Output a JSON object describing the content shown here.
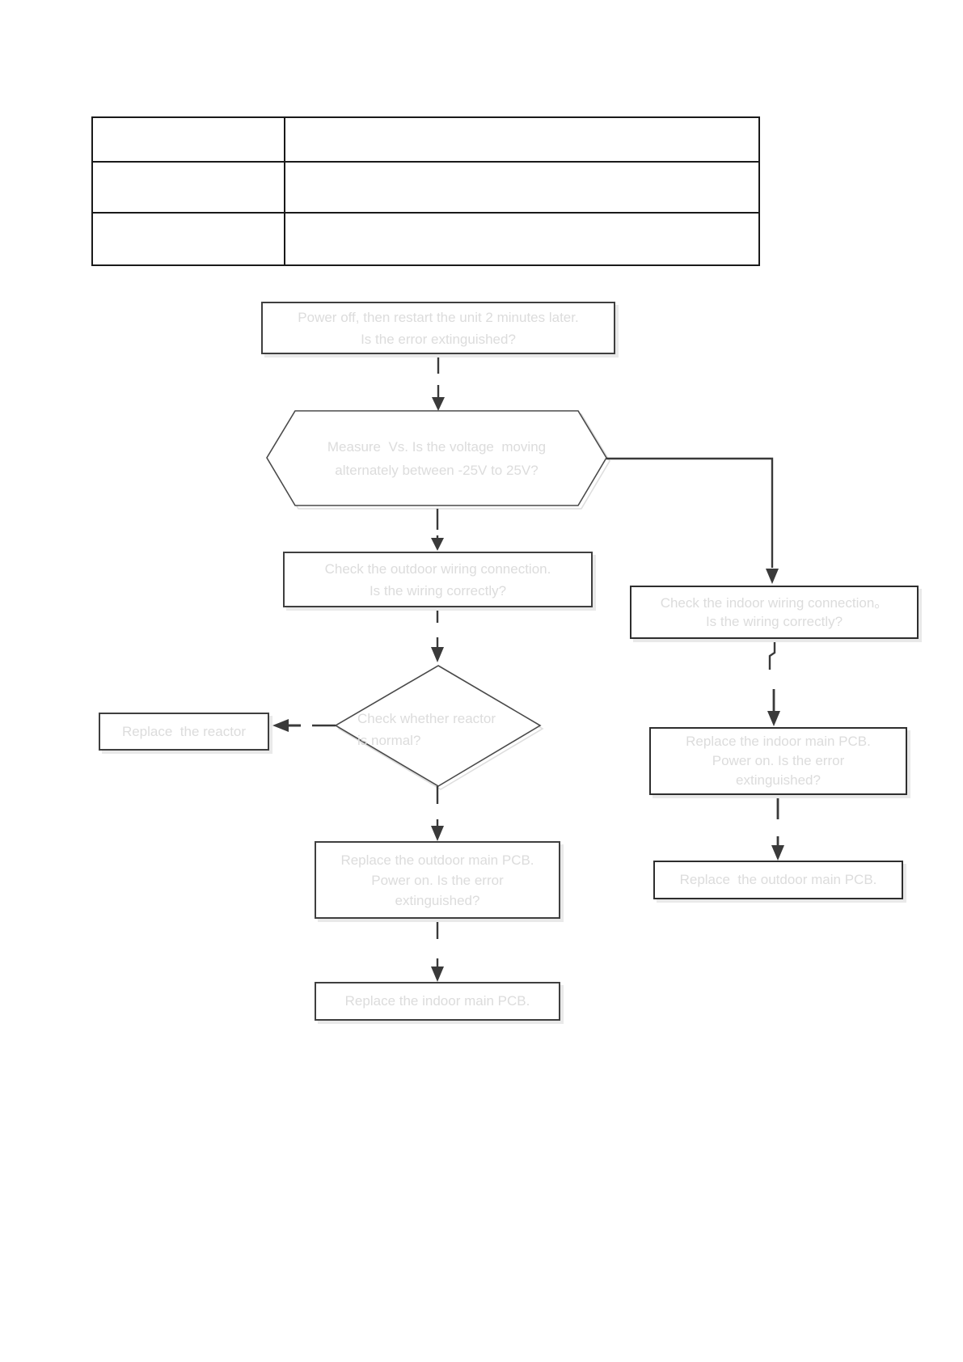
{
  "page": {
    "background": "#ffffff",
    "kind": "service-manual troubleshooting flowchart page"
  },
  "colors": {
    "table_border": "#1a1a1a",
    "node_border": "#3f3f3f",
    "node_shadow": "#e9e9e9",
    "node_text": "#dcdcdc",
    "arrow": "#3a3a3a"
  },
  "table": {
    "rows": [
      {
        "col1": "",
        "col2": ""
      },
      {
        "col1": "",
        "col2": ""
      },
      {
        "col1": "",
        "col2": ""
      }
    ]
  },
  "flowchart": {
    "start": {
      "lines": [
        "Power off, then restart the unit 2 minutes later.",
        "Is the error extinguished?"
      ]
    },
    "measure_voltage": {
      "lines": [
        "Measure  Vs. Is the voltage  moving",
        "alternately between -25V to 25V?"
      ]
    },
    "outdoor_wiring": {
      "lines": [
        "Check the outdoor wiring connection.",
        "Is the wiring correctly?"
      ]
    },
    "indoor_wiring": {
      "lines": [
        "Check the indoor wiring connection。",
        "Is the wiring correctly?"
      ]
    },
    "reactor_check": {
      "lines": [
        "Check whether reactor",
        "is normal?"
      ]
    },
    "replace_reactor": {
      "lines": [
        "Replace  the reactor"
      ]
    },
    "replace_outdoor_pcb_center": {
      "lines": [
        "Replace the outdoor main PCB.",
        "Power on. Is the error",
        "extinguished?"
      ]
    },
    "replace_indoor_pcb_final": {
      "lines": [
        "Replace the indoor main PCB."
      ]
    },
    "replace_indoor_pcb_right": {
      "lines": [
        "Replace the indoor main PCB.",
        "Power on. Is the error",
        "extinguished?"
      ]
    },
    "replace_outdoor_pcb_right": {
      "lines": [
        "Replace  the outdoor main PCB."
      ]
    }
  }
}
